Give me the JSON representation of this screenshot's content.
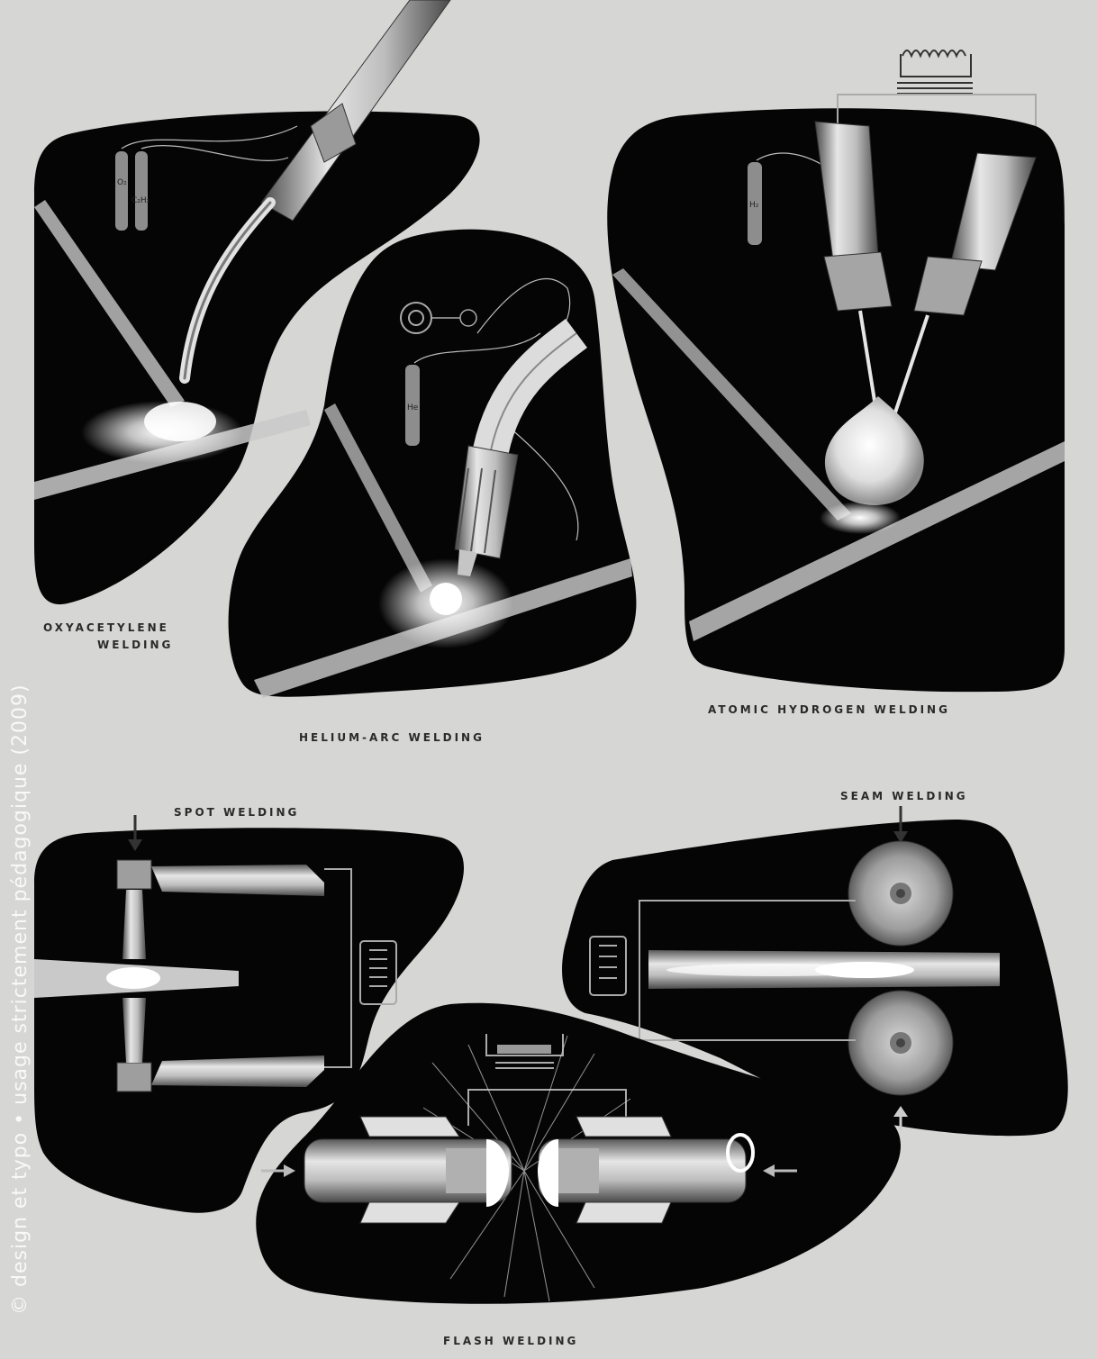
{
  "captions": {
    "oxyacetylene_line1": "OXYACETYLENE",
    "oxyacetylene_line2": "WELDING",
    "helium_arc": "HELIUM-ARC WELDING",
    "atomic_hydrogen": "ATOMIC HYDROGEN WELDING",
    "spot": "SPOT WELDING",
    "seam": "SEAM WELDING",
    "flash": "FLASH WELDING"
  },
  "cylinder_labels": {
    "oxygen": "O₂",
    "acetylene": "C₂H₂",
    "helium": "He",
    "hydrogen": "H₂"
  },
  "watermark": "© design et typo • usage strictement pédagogique (2009)",
  "colors": {
    "paper": "#d6d6d4",
    "panel": "#050505",
    "metal_light": "#e8e8e8",
    "metal_mid": "#9a9a9a",
    "glow": "#ffffff"
  }
}
